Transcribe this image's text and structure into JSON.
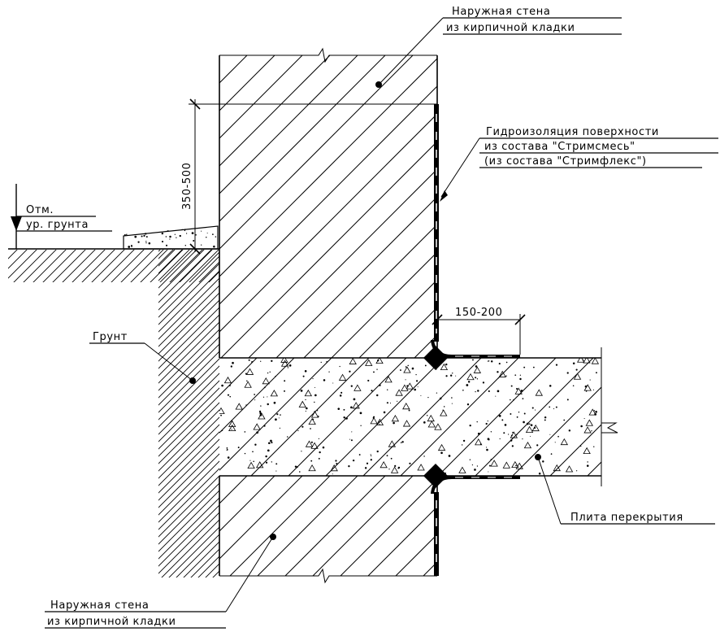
{
  "labels": {
    "wall_top_line1": "Наружная стена",
    "wall_top_line2": "из кирпичной кладки",
    "waterproofing_line1": "Гидроизоляция поверхности",
    "waterproofing_line2": "из состава \"Стримсмесь\"",
    "waterproofing_line3": "(из состава \"Стримфлекс\")",
    "ground_mark_line1": "Отм.",
    "ground_mark_line2": "ур. грунта",
    "soil": "Грунт",
    "slab": "Плита перекрытия",
    "wall_bottom_line1": "Наружная стена",
    "wall_bottom_line2": "из кирпичной кладки"
  },
  "dimensions": {
    "vertical": "350-500",
    "horizontal": "150-200"
  }
}
